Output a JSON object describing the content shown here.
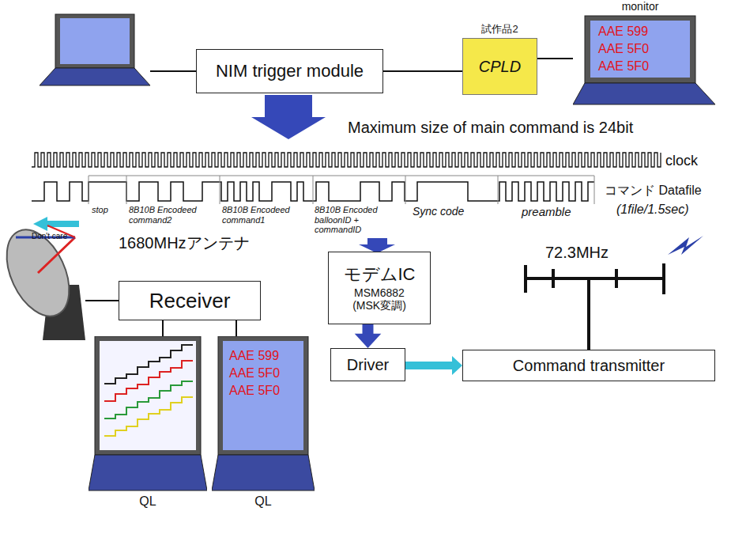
{
  "diagram": {
    "nodes": [
      {
        "text": [
          "NIM trigger module"
        ]
      },
      {
        "text": [
          "試作品2",
          "CPLD"
        ]
      },
      {
        "text": [
          "monitor",
          "AAE 599",
          "AAE 5F0",
          "AAE 5F0"
        ]
      },
      {
        "text": [
          "モデムIC",
          "MSM6882",
          "(MSK変調)"
        ]
      },
      {
        "text": [
          "Driver"
        ]
      },
      {
        "text": [
          "Command transmitter"
        ]
      },
      {
        "text": [
          "Receiver"
        ]
      },
      {
        "text": [
          "QL"
        ]
      },
      {
        "text": [
          "AAE 599",
          "AAE 5F0",
          "AAE 5F0",
          "QL"
        ]
      }
    ],
    "edges": [
      {
        "from": 0,
        "to": 1,
        "arrow": "none"
      },
      {
        "from": 1,
        "to": 2,
        "arrow": "none"
      },
      {
        "from": 3,
        "to": 4,
        "arrow": "to"
      },
      {
        "from": 4,
        "to": 5,
        "arrow": "to"
      },
      {
        "from": 6,
        "to": 7,
        "arrow": "none"
      },
      {
        "from": 6,
        "to": 8,
        "arrow": "none"
      }
    ],
    "labels": [
      "Maximum size of main command is 24bit",
      "clock",
      "stop",
      "8B10B Encodeed command2",
      "8B10B Encodeed command1",
      "8B10B Encoded balloonID + commandID",
      "Sync code",
      "preamble",
      "コマンド Datafile",
      "(1file/1.5sec)",
      "Don't care",
      "1680MHzアンテナ",
      "72.3MHz"
    ]
  }
}
